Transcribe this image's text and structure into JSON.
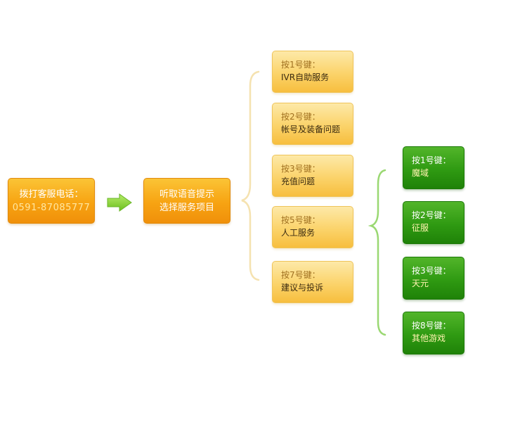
{
  "start": {
    "label": "拨打客服电话：",
    "phone": "0591-87085777"
  },
  "step2": {
    "line1": "听取语音提示",
    "line2": "选择服务项目"
  },
  "options": [
    {
      "key": "按1号键：",
      "service": "IVR自助服务"
    },
    {
      "key": "按2号键：",
      "service": "帐号及装备问题"
    },
    {
      "key": "按3号键：",
      "service": "充值问题"
    },
    {
      "key": "按5号键：",
      "service": "人工服务"
    },
    {
      "key": "按7号键：",
      "service": "建议与投诉"
    }
  ],
  "games": [
    {
      "key": "按1号键：",
      "name": "魔域"
    },
    {
      "key": "按2号键：",
      "name": "征服"
    },
    {
      "key": "按3号键：",
      "name": "天元"
    },
    {
      "key": "按8号键：",
      "name": "其他游戏"
    }
  ],
  "colors": {
    "orange": "#f7a312",
    "light_orange": "#fbd36a",
    "green": "#2f9a12",
    "arrow": "#8cd23a",
    "bracket_light": "#f5e2b0",
    "bracket_green": "#9ad872"
  },
  "icons": {
    "arrow": "right-arrow-icon"
  }
}
